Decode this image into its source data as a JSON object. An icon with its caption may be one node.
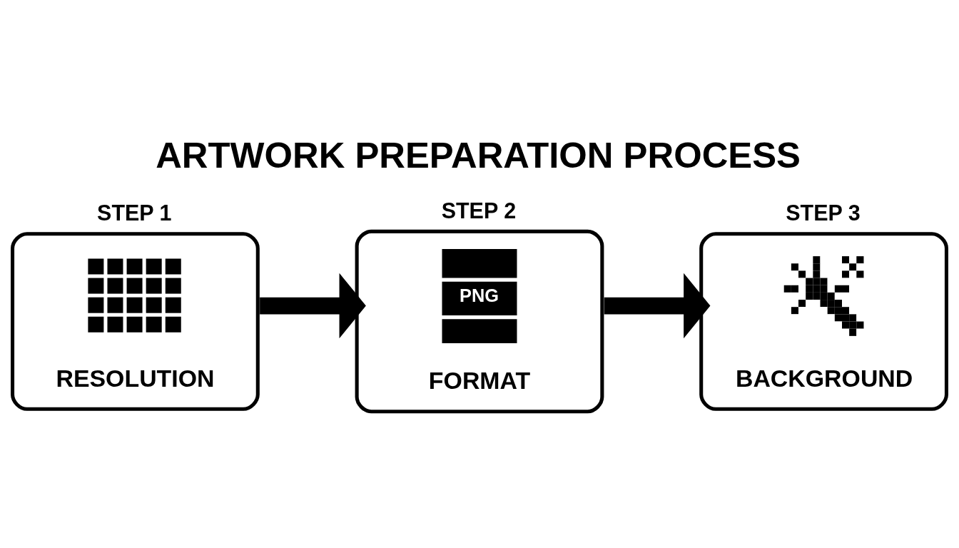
{
  "diagram": {
    "title": "ARTWORK PREPARATION PROCESS",
    "nodes": [
      {
        "text": [
          "STEP 1",
          "RESOLUTION"
        ]
      },
      {
        "text": [
          "STEP 2",
          "PNG",
          "FORMAT"
        ]
      },
      {
        "text": [
          "STEP 3",
          "BACKGROUND"
        ]
      }
    ],
    "edges": [
      {
        "from": 0,
        "to": 1,
        "arrow": "to"
      },
      {
        "from": 1,
        "to": 2,
        "arrow": "to"
      }
    ]
  }
}
